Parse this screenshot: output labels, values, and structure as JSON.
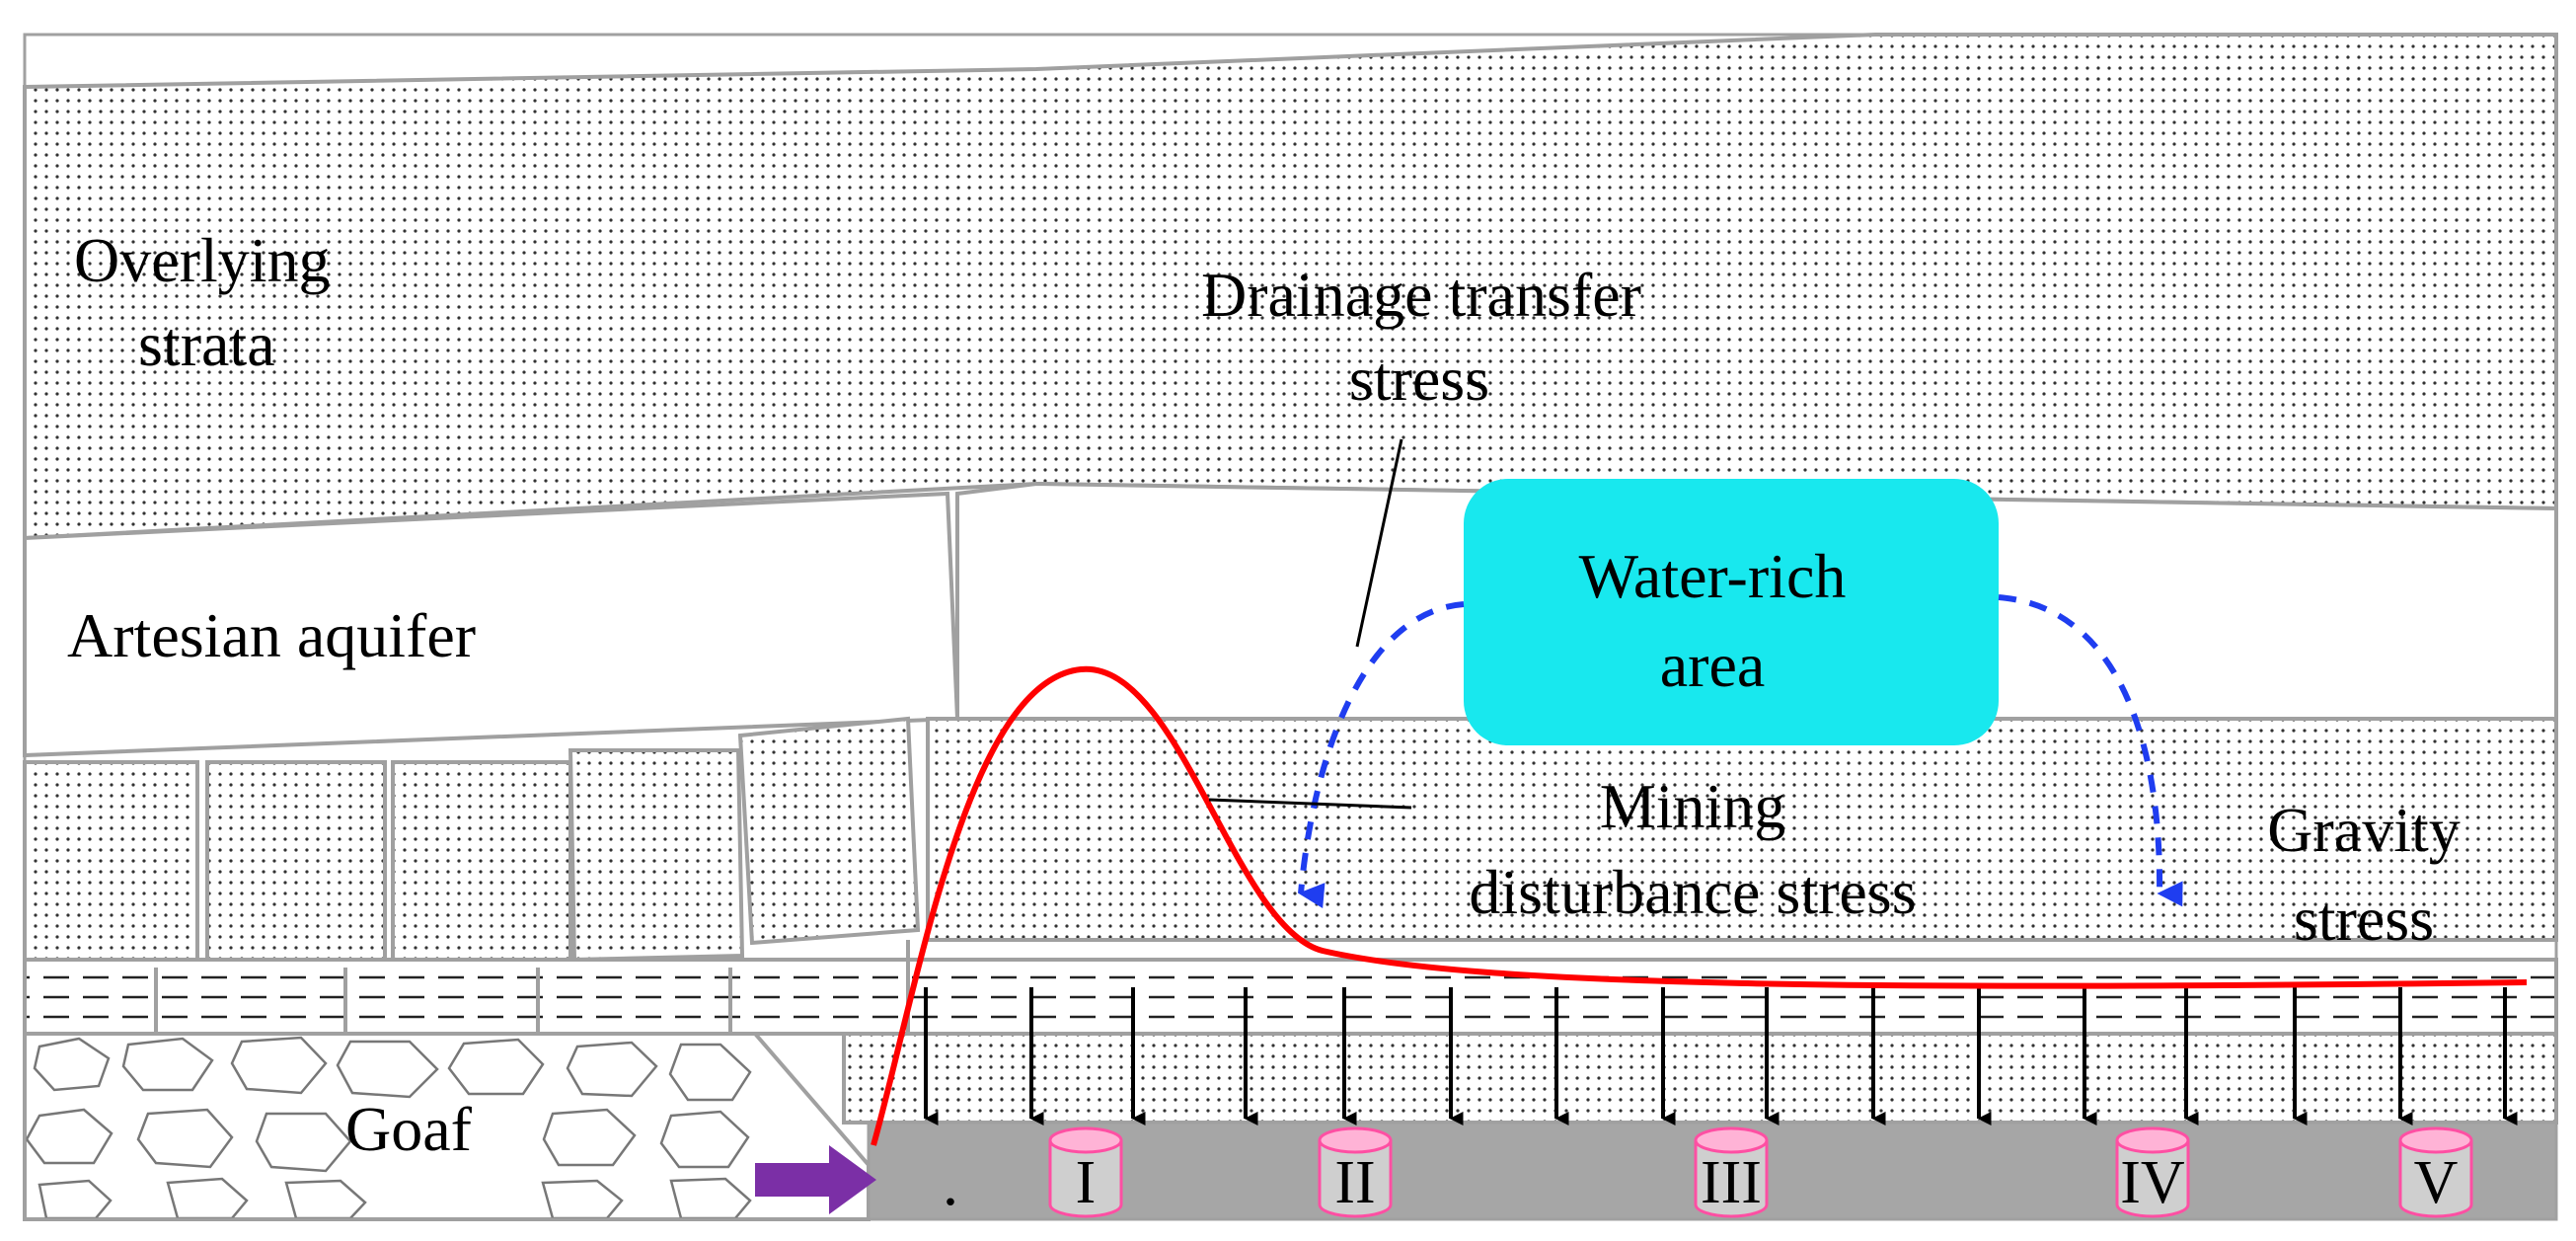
{
  "labels": {
    "overlying_line1": "Overlying",
    "overlying_line2": "strata",
    "aquifer": "Artesian aquifer",
    "drainage_line1": "Drainage transfer",
    "drainage_line2": "stress",
    "water_line1": "Water-rich",
    "water_line2": "area",
    "mining_line1": "Mining",
    "mining_line2": "disturbance stress",
    "gravity_line1": "Gravity",
    "gravity_line2": "stress",
    "goaf": "Goaf",
    "dot": "."
  },
  "zones": [
    "I",
    "II",
    "III",
    "IV",
    "V"
  ],
  "colors": {
    "curve": "#ff0000",
    "water_box": "#18e8ee",
    "dashed_arrow": "#1f3df0",
    "seam": "#a6a6a6",
    "zone_marker": "#ff4fa3",
    "advance_arrow": "#7b2fa6"
  }
}
